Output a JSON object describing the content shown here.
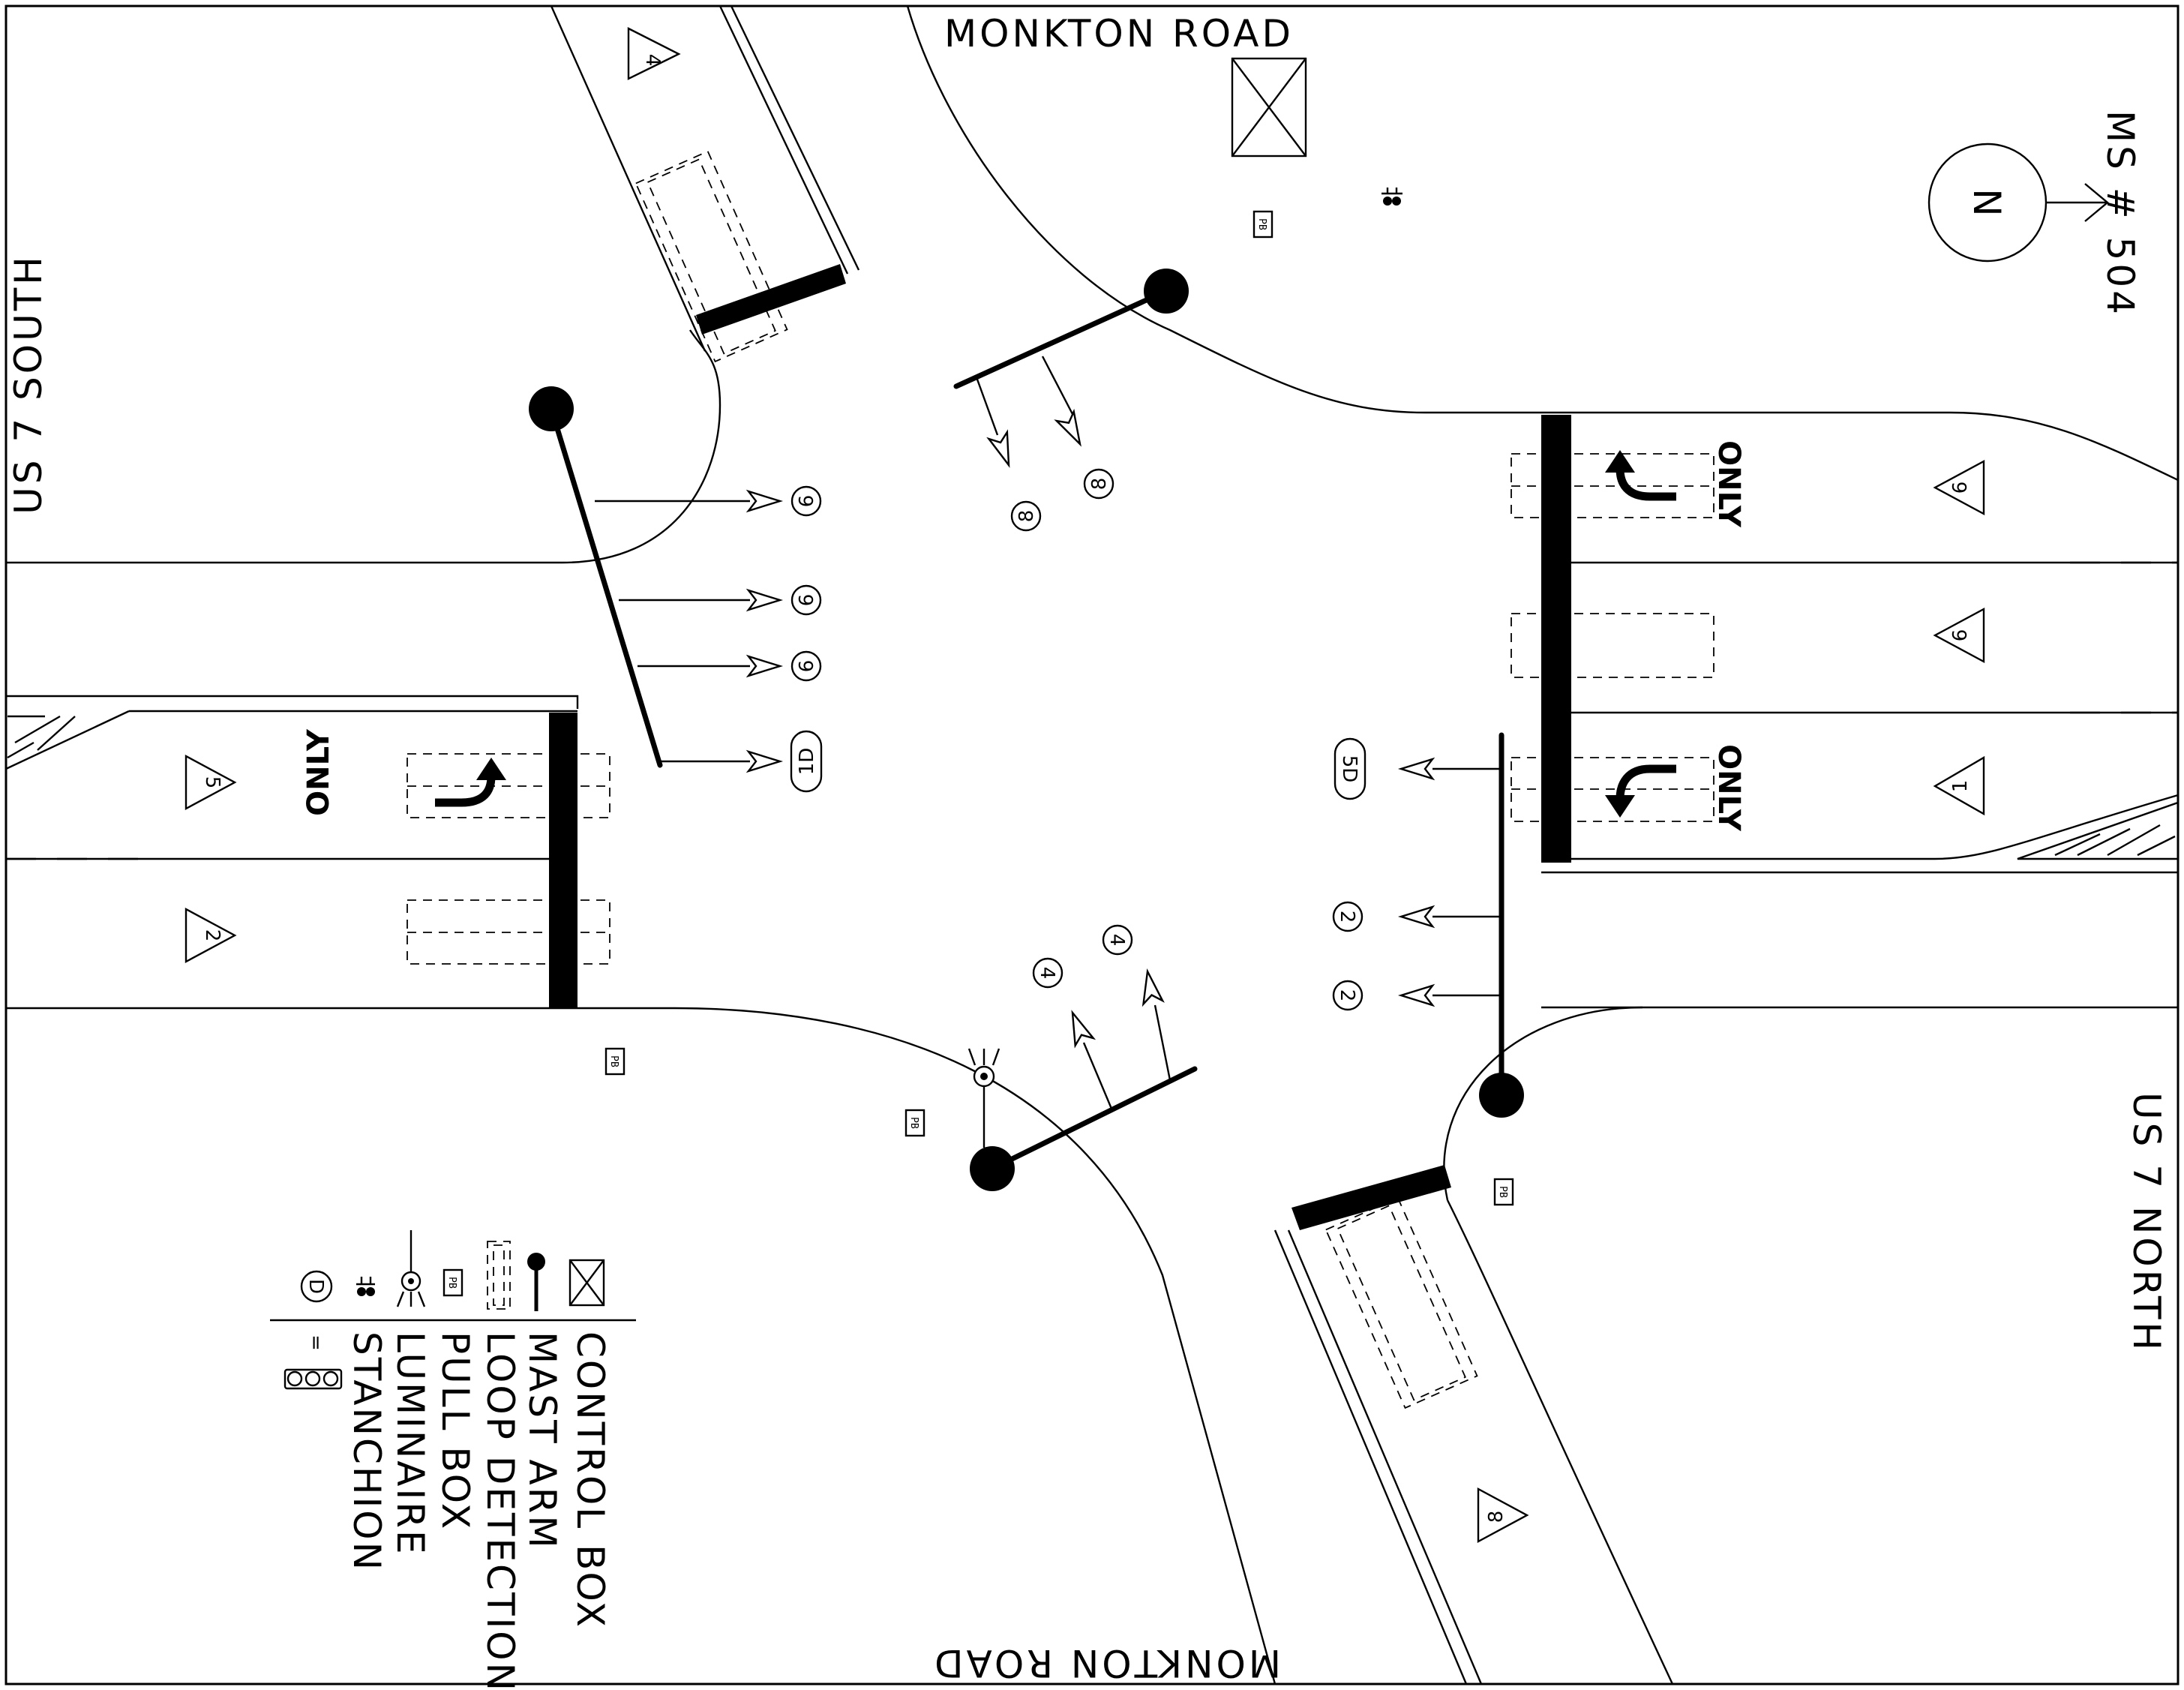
{
  "sheet_id": "MS # 504",
  "streets": {
    "north": "MONKTON ROAD",
    "south": "MONKTON ROAD",
    "west": "US 7 SOUTH",
    "east": "US 7 NORTH"
  },
  "north_arrow": "N",
  "phases": {
    "p4": "4",
    "p6a": "6",
    "p6b": "6",
    "p1": "1",
    "p5": "5",
    "p2": "2",
    "p8": "8"
  },
  "heads": {
    "h6a": "6",
    "h6b": "6",
    "h6c": "6",
    "h1d": "1D",
    "h8a": "8",
    "h8b": "8",
    "h5d": "5D",
    "h2a": "2",
    "h2b": "2",
    "h4a": "4",
    "h4b": "4"
  },
  "markings": {
    "only": "ONLY"
  },
  "pull_box": "PB",
  "legend": {
    "control_box": "CONTROL BOX",
    "mast_arm": "MAST ARM",
    "loop_detection": "LOOP DETECTION",
    "pull_box": "PULL BOX",
    "luminaire": "LUMINAIRE",
    "stanchion": "STANCHION",
    "signal_symbol_d": "D",
    "equals": "="
  }
}
